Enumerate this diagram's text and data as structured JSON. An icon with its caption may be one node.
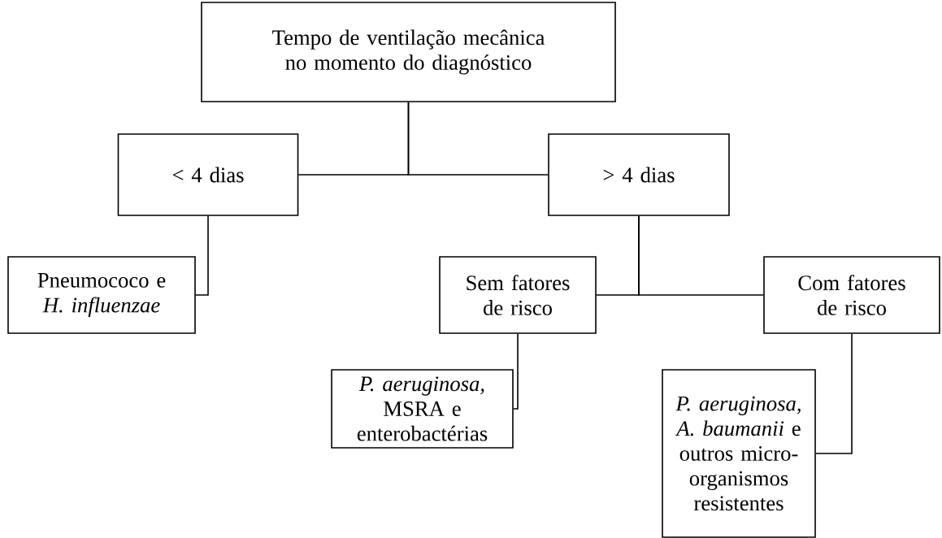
{
  "diagram": {
    "nodes": [
      {
        "text": [
          "Tempo de ventilação mecânica no momento do diagnóstico"
        ]
      },
      {
        "text": [
          "< 4 dias"
        ]
      },
      {
        "text": [
          "> 4 dias"
        ]
      },
      {
        "text": [
          "Pneumococo e *H. influenzae*"
        ]
      },
      {
        "text": [
          "Sem fatores de risco"
        ]
      },
      {
        "text": [
          "Com fatores de risco"
        ]
      },
      {
        "text": [
          "*P. aeruginosa,* MSRA e enterobactérias"
        ]
      },
      {
        "text": [
          "*P. aeruginosa, A. baumanii* e outros micro-organismos resistentes"
        ]
      }
    ],
    "edges": [
      {
        "from": 0,
        "to": 1,
        "arrow": "none"
      },
      {
        "from": 0,
        "to": 2,
        "arrow": "none"
      },
      {
        "from": 1,
        "to": 3,
        "arrow": "none"
      },
      {
        "from": 2,
        "to": 4,
        "arrow": "none"
      },
      {
        "from": 2,
        "to": 5,
        "arrow": "none"
      },
      {
        "from": 4,
        "to": 6,
        "arrow": "none"
      },
      {
        "from": 5,
        "to": 7,
        "arrow": "none"
      }
    ]
  }
}
